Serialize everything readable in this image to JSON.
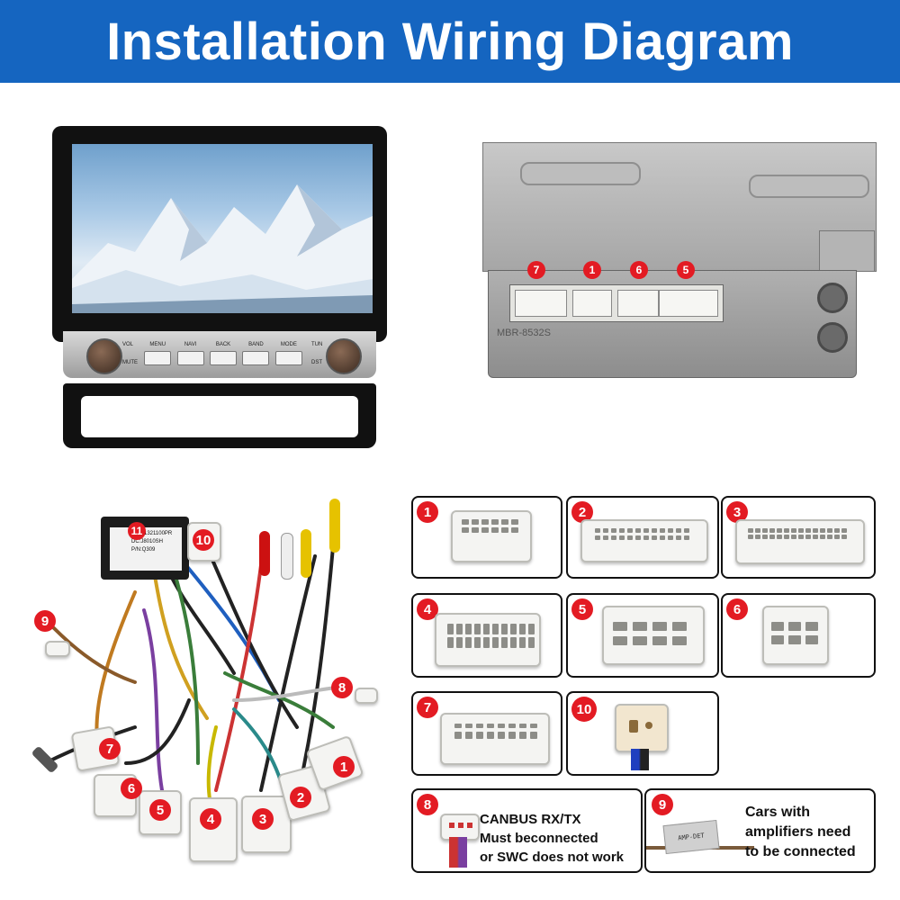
{
  "title": "Installation Wiring Diagram",
  "head_unit": {
    "buttons": [
      "MENU",
      "NAVI",
      "BACK",
      "BAND",
      "MODE"
    ],
    "left_knob_labels": [
      "VOL",
      "MUTE"
    ],
    "right_knob_labels": [
      "TUN",
      "DST"
    ]
  },
  "back_panel": {
    "port_numbers": [
      "7",
      "1",
      "6",
      "5"
    ],
    "chassis_code": "MBR-8532S"
  },
  "harness": {
    "box_label": "11",
    "box_text": [
      "SN:V1321100PR",
      "DC:J8010SH",
      "P/N:Q309"
    ],
    "callouts": [
      "1",
      "2",
      "3",
      "4",
      "5",
      "6",
      "7",
      "8",
      "9",
      "10"
    ]
  },
  "connectors": [
    {
      "number": "1"
    },
    {
      "number": "2"
    },
    {
      "number": "3"
    },
    {
      "number": "4"
    },
    {
      "number": "5"
    },
    {
      "number": "6"
    },
    {
      "number": "7"
    },
    {
      "number": "10"
    }
  ],
  "notes": {
    "canbus": {
      "number": "8",
      "line1": "CANBUS RX/TX",
      "line2": "Must beconnected",
      "line3": "or SWC does not work"
    },
    "amp": {
      "number": "9",
      "tag": "AMP-DET",
      "line1": "Cars with",
      "line2": "amplifiers need",
      "line3": "to be connected"
    }
  },
  "colors": {
    "banner": "#1565c0",
    "callout": "#e31b23"
  }
}
